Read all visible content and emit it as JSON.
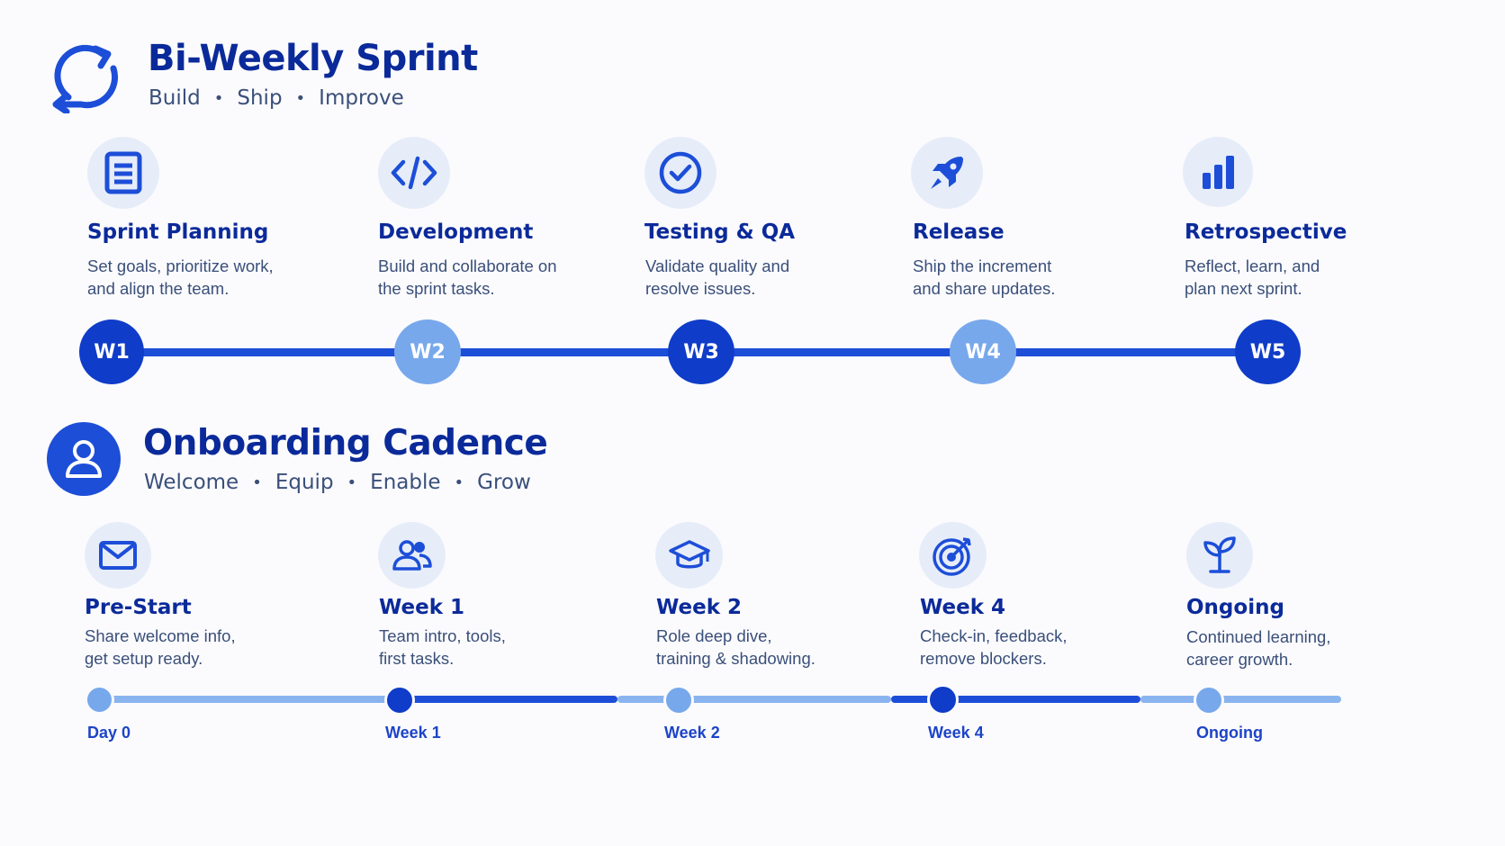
{
  "sprint": {
    "title": "Bi-Weekly Sprint",
    "subtitle": [
      "Build",
      "Ship",
      "Improve"
    ],
    "icon": "cycle-arrows-icon",
    "steps": [
      {
        "title": "Sprint Planning",
        "desc": "Set goals, prioritize work, and align the team.",
        "icon": "document-list-icon"
      },
      {
        "title": "Development",
        "desc": "Build and collaborate on the sprint tasks.",
        "icon": "code-icon"
      },
      {
        "title": "Testing & QA",
        "desc": "Validate quality and resolve issues.",
        "icon": "check-circle-icon"
      },
      {
        "title": "Release",
        "desc": "Ship the increment and share updates.",
        "icon": "rocket-icon"
      },
      {
        "title": "Retrospective",
        "desc": "Reflect, learn, and plan next sprint.",
        "icon": "bar-chart-icon"
      }
    ],
    "milestones": [
      {
        "label": "W1",
        "style": "dark"
      },
      {
        "label": "W2",
        "style": "light"
      },
      {
        "label": "W3",
        "style": "dark"
      },
      {
        "label": "W4",
        "style": "light"
      },
      {
        "label": "W5",
        "style": "dark"
      }
    ]
  },
  "onboarding": {
    "title": "Onboarding Cadence",
    "subtitle": [
      "Welcome",
      "Equip",
      "Enable",
      "Grow"
    ],
    "icon": "user-icon",
    "steps": [
      {
        "title": "Pre-Start",
        "desc": "Share welcome info, get setup ready.",
        "icon": "envelope-icon"
      },
      {
        "title": "Week 1",
        "desc": "Team intro, tools, first tasks.",
        "icon": "people-icon"
      },
      {
        "title": "Week 2",
        "desc": "Role deep dive, training & shadowing.",
        "icon": "graduation-cap-icon"
      },
      {
        "title": "Week 4",
        "desc": "Check-in, feedback, remove blockers.",
        "icon": "target-icon"
      },
      {
        "title": "Ongoing",
        "desc": "Continued learning, career growth.",
        "icon": "sprout-icon"
      }
    ],
    "milestones": [
      {
        "label": "Day 0",
        "style": "light"
      },
      {
        "label": "Week 1",
        "style": "dark"
      },
      {
        "label": "Week 2",
        "style": "light"
      },
      {
        "label": "Week 4",
        "style": "dark"
      },
      {
        "label": "Ongoing",
        "style": "light"
      }
    ]
  },
  "colors": {
    "primary": "#1d4ed8",
    "dark_node": "#0f3cc9",
    "light_node": "#78a8ec",
    "icon_bg": "#e6edf9",
    "light_track": "#8ab4f0"
  }
}
